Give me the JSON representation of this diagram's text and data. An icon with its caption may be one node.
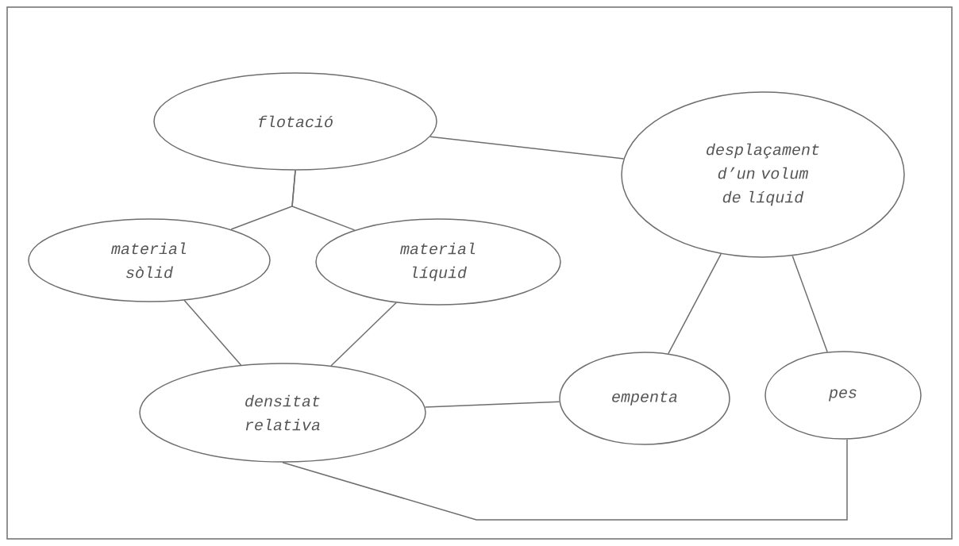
{
  "diagram": {
    "nodes": [
      {
        "text": [
          "flotació"
        ]
      },
      {
        "text": [
          "desplaçament d’un volum de líquid"
        ]
      },
      {
        "text": [
          "material sòlid"
        ]
      },
      {
        "text": [
          "material líquid"
        ]
      },
      {
        "text": [
          "densitat relativa"
        ]
      },
      {
        "text": [
          "empenta"
        ]
      },
      {
        "text": [
          "pes"
        ]
      }
    ],
    "edges": [
      {
        "from": 0,
        "to": 2,
        "arrow": "none"
      },
      {
        "from": 0,
        "to": 3,
        "arrow": "none"
      },
      {
        "from": 0,
        "to": 1,
        "arrow": "none"
      },
      {
        "from": 2,
        "to": 4,
        "arrow": "none"
      },
      {
        "from": 3,
        "to": 4,
        "arrow": "none"
      },
      {
        "from": 4,
        "to": 5,
        "arrow": "none"
      },
      {
        "from": 1,
        "to": 5,
        "arrow": "none"
      },
      {
        "from": 1,
        "to": 6,
        "arrow": "none"
      },
      {
        "from": 4,
        "to": 6,
        "arrow": "none"
      }
    ]
  }
}
